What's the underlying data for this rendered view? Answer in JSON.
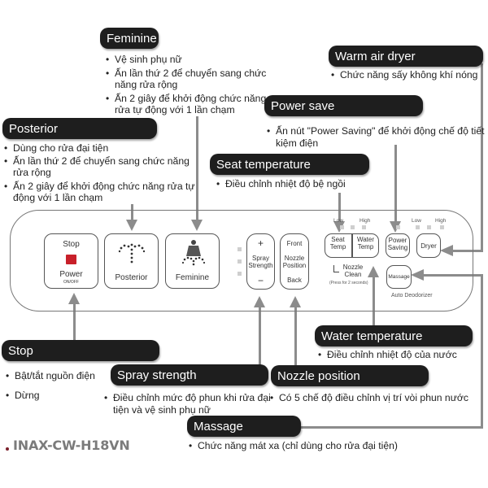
{
  "labels": {
    "feminine": "Feminine",
    "warm_air_dryer": "Warm air dryer",
    "power_save": "Power save",
    "posterior": "Posterior",
    "seat_temperature": "Seat temperature",
    "stop": "Stop",
    "spray_strength": "Spray strength",
    "nozzle_position": "Nozzle position",
    "water_temperature": "Water temperature",
    "massage": "Massage"
  },
  "descriptions": {
    "feminine": [
      "Vệ sinh phụ nữ",
      "Ấn lần thứ 2 để chuyển sang chức năng rửa rộng",
      "Ấn 2 giây để khởi động chức năng rửa tự động với 1 lần chạm"
    ],
    "warm_air_dryer": [
      "Chức năng sấy không khí nóng"
    ],
    "power_save": [
      "Ấn nút \"Power Saving\" để khởi động chế độ tiết kiệm điện"
    ],
    "posterior": [
      "Dùng cho rửa đại tiện",
      "Ấn lần thứ 2 để chuyển sang chức năng rửa rộng",
      "Ấn 2 giây để khởi động chức năng rửa tự động với 1 lần chạm"
    ],
    "seat_temperature": [
      "Điều chỉnh nhiệt độ bệ ngồi"
    ],
    "stop": [
      "Bật/tắt nguồn điện",
      "Dừng"
    ],
    "spray_strength": [
      "Điều chỉnh mức độ phun khi rửa đại tiện và vệ sinh phụ nữ"
    ],
    "nozzle_position": [
      "Có 5 chế độ điều chỉnh vị trí vòi phun nước"
    ],
    "water_temperature": [
      "Điều chỉnh nhiệt độ của nước"
    ],
    "massage": [
      "Chức năng mát xa (chỉ dùng cho rửa đại tiện)"
    ]
  },
  "panel": {
    "stop_button": {
      "top": "Stop",
      "bottom": "Power",
      "sub": "ON/OFF"
    },
    "posterior_button": "Posterior",
    "feminine_button": "Feminine",
    "spray_button": {
      "plus": "+",
      "label_1": "Spray",
      "label_2": "Strength",
      "minus": "−"
    },
    "nozzle_button": {
      "front": "Front",
      "label_1": "Nozzle",
      "label_2": "Position",
      "back": "Back"
    },
    "seat_temp_button": {
      "l1": "Seat",
      "l2": "Temp"
    },
    "water_temp_button": {
      "l1": "Water",
      "l2": "Temp"
    },
    "power_saving_button": {
      "l1": "Power",
      "l2": "Saving"
    },
    "dryer_button": "Dryer",
    "massage_button": "Massage",
    "nozzle_clean": {
      "l1": "Nozzle",
      "l2": "Clean",
      "note": "(Press for 2 seconds)"
    },
    "auto_deodorizer": "Auto Deodorizer",
    "temp_low": "Low",
    "temp_high": "High",
    "dryer_low": "Low",
    "dryer_high": "High"
  },
  "brand": "INAX-CW-H18VN",
  "colors": {
    "label_bg": "#1e1e1e",
    "stop_button_red": "#c8202a",
    "line_gray": "#8c8c8c"
  }
}
